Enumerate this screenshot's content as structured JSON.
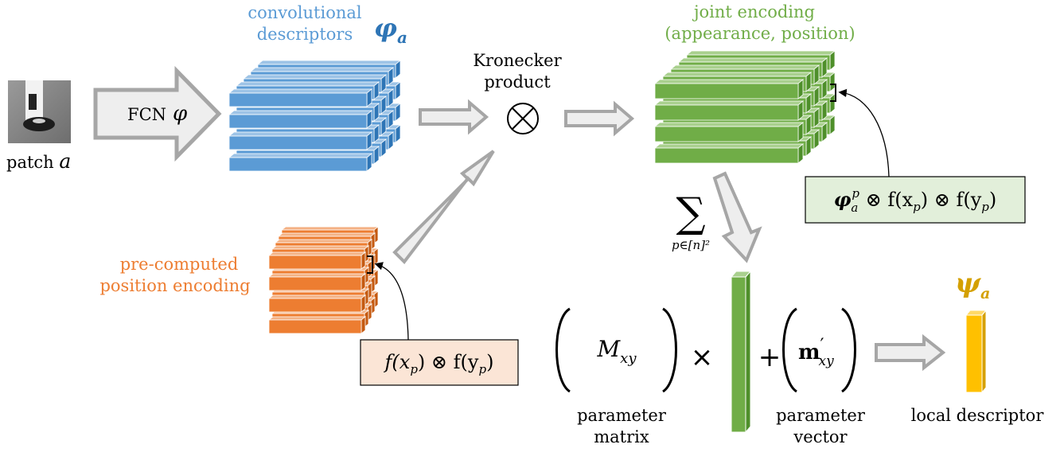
{
  "colors": {
    "blue": "#5b9bd5",
    "blue_text": "#5b9bd5",
    "green": "#70ad47",
    "green_text": "#70ad47",
    "orange": "#ed7d31",
    "orange_text": "#ed7d31",
    "yellow": "#ffc000",
    "arrow_fill": "#eeeeee",
    "arrow_stroke": "#a6a6a6",
    "green_box_fill": "#e2efda",
    "orange_box_fill": "#fbe5d6"
  },
  "icons": [
    "patch-image",
    "fcn-arrow",
    "kronecker-symbol",
    "sum-symbol",
    "block-arrow"
  ],
  "labels": {
    "patch": "patch ",
    "patch_var": "a",
    "fcn": "FCN",
    "fcn_var": "φ",
    "conv_line1": "convolutional",
    "conv_line2": "descriptors",
    "phi": "φ",
    "phi_sub": "a",
    "kron_line1": "Kronecker",
    "kron_line2": "product",
    "joint_line1": "joint encoding",
    "joint_line2": "(appearance, position)",
    "precomp_line1": "pre-computed",
    "precomp_line2": "position encoding",
    "sum_sub": "p∈[n]²",
    "param_matrix_line1": "parameter",
    "param_matrix_line2": "matrix",
    "param_vector_line1": "parameter",
    "param_vector_line2": "vector",
    "local_desc": "local descriptor",
    "psi": "ψ",
    "psi_sub": "a",
    "matrix_M": "M",
    "matrix_sub": "xy",
    "times": "×",
    "plus": "+",
    "vector_m": "m",
    "vector_prime": "′",
    "vector_sub": "xy"
  },
  "formulas": {
    "green_box": "φ_a^p ⊗ f(x_p) ⊗ f(y_p)",
    "orange_box": "f(x_p) ⊗ f(y_p)"
  }
}
